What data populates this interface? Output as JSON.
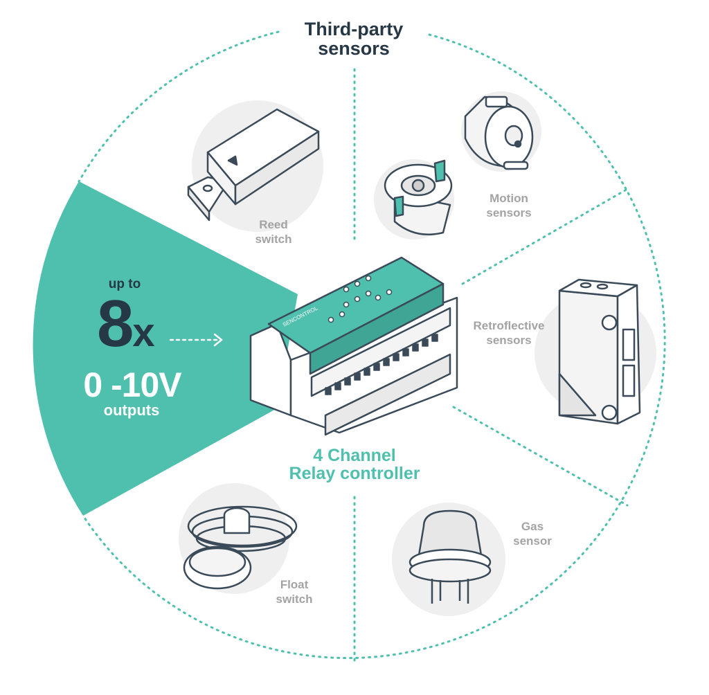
{
  "header": {
    "title_line1": "Third-party",
    "title_line2": "sensors"
  },
  "center": {
    "product_line1": "4 Channel",
    "product_line2": "Relay controller",
    "brand_mark": "SENCONTROL"
  },
  "highlight": {
    "prefix": "up to",
    "count": "8",
    "multiplier": "x",
    "range": "0 -10V",
    "suffix": "outputs"
  },
  "sensors": {
    "reed": {
      "line1": "Reed",
      "line2": "switch",
      "icon": "reed-switch-icon"
    },
    "motion": {
      "line1": "Motion",
      "line2": "sensors",
      "icon": "motion-sensor-icon"
    },
    "retro": {
      "line1": "Retroflective",
      "line2": "sensors",
      "icon": "retroreflective-sensor-icon"
    },
    "gas": {
      "line1": "Gas",
      "line2": "sensor",
      "icon": "gas-sensor-icon"
    },
    "float": {
      "line1": "Float",
      "line2": "switch",
      "icon": "float-switch-icon"
    }
  },
  "colors": {
    "accent": "#4fbfae",
    "dark": "#263746",
    "muted": "#a3a3a3",
    "outline": "#3a4a58",
    "light_bg": "#efefef"
  }
}
